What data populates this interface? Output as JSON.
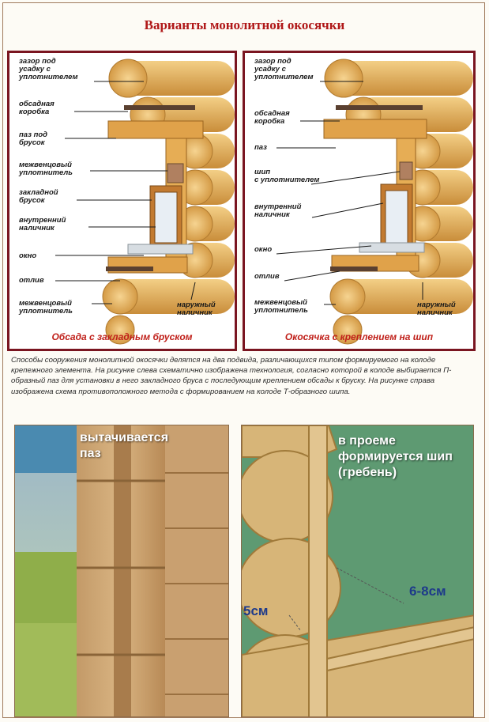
{
  "title": "Варианты монолитной окосячки",
  "panels": [
    {
      "caption": "Обсада с закладным бруском",
      "labels": [
        "зазор под\nусадку с\nуплотнителем",
        "обсадная\nкоробка",
        "паз под\nбрусок",
        "межвенцовый\nуплотнитель",
        "закладной\nбрусок",
        "внутренний\nналичник",
        "окно",
        "отлив",
        "межвенцовый\nуплотнитель",
        "наружный\nналичник"
      ]
    },
    {
      "caption": "Окосячка с креплением на шип",
      "labels": [
        "зазор под\nусадку с\nуплотнителем",
        "обсадная\nкоробка",
        "паз",
        "шип\nс уплотнителем",
        "внутренний\nналичник",
        "окно",
        "отлив",
        "межвенцовый\nуплотнитель",
        "наружный\nналичник"
      ]
    }
  ],
  "description": "Способы сооружения монолитной окосячки делятся на два подвида, различающихся типом формируемого на колоде крепежного элемента. На рисунке слева схематично изображена технология, согласно которой в колоде выбирается П-образный паз для установки в него закладного бруса с последующим креплением обсады к бруску. На рисунке справа изображена схема противоположного метода с формированием на колоде Т-образного шипа.",
  "photos": {
    "left_text": "вытачивается\nпаз",
    "right_text": "в проеме\nформируется шип\n(гребень)",
    "dim_large": "6-8см",
    "dim_small": "5см"
  },
  "colors": {
    "title": "#b01818",
    "panel_border": "#7a1520",
    "caption": "#c0201a",
    "wood": "#e8b865",
    "dimension": "#1e3a8a"
  }
}
